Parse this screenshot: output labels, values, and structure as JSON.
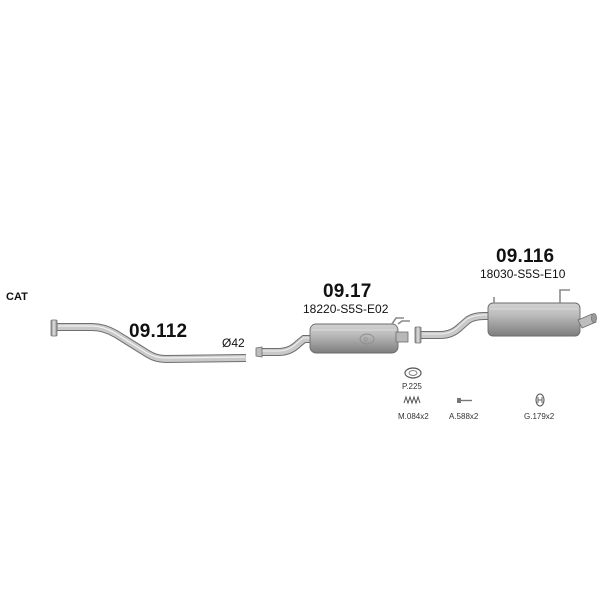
{
  "category_label": "CAT",
  "parts": [
    {
      "number": "09.112",
      "oem": ""
    },
    {
      "number": "09.17",
      "oem": "18220-S5S-E02"
    },
    {
      "number": "09.116",
      "oem": "18030-S5S-E10"
    }
  ],
  "diameter_label": "Ø42",
  "accessories": [
    {
      "code": "P.225",
      "icon": "gasket-ring-icon"
    },
    {
      "code": "M.084x2",
      "icon": "spring-icon"
    },
    {
      "code": "A.588x2",
      "icon": "bolt-icon"
    },
    {
      "code": "G.179x2",
      "icon": "rubber-hanger-icon"
    }
  ],
  "colors": {
    "pipe_light": "#d9d9d9",
    "pipe_dark": "#8a8a8a",
    "muffler_light": "#c4c4c4",
    "muffler_dark": "#7d7d7d",
    "text": "#111111"
  }
}
